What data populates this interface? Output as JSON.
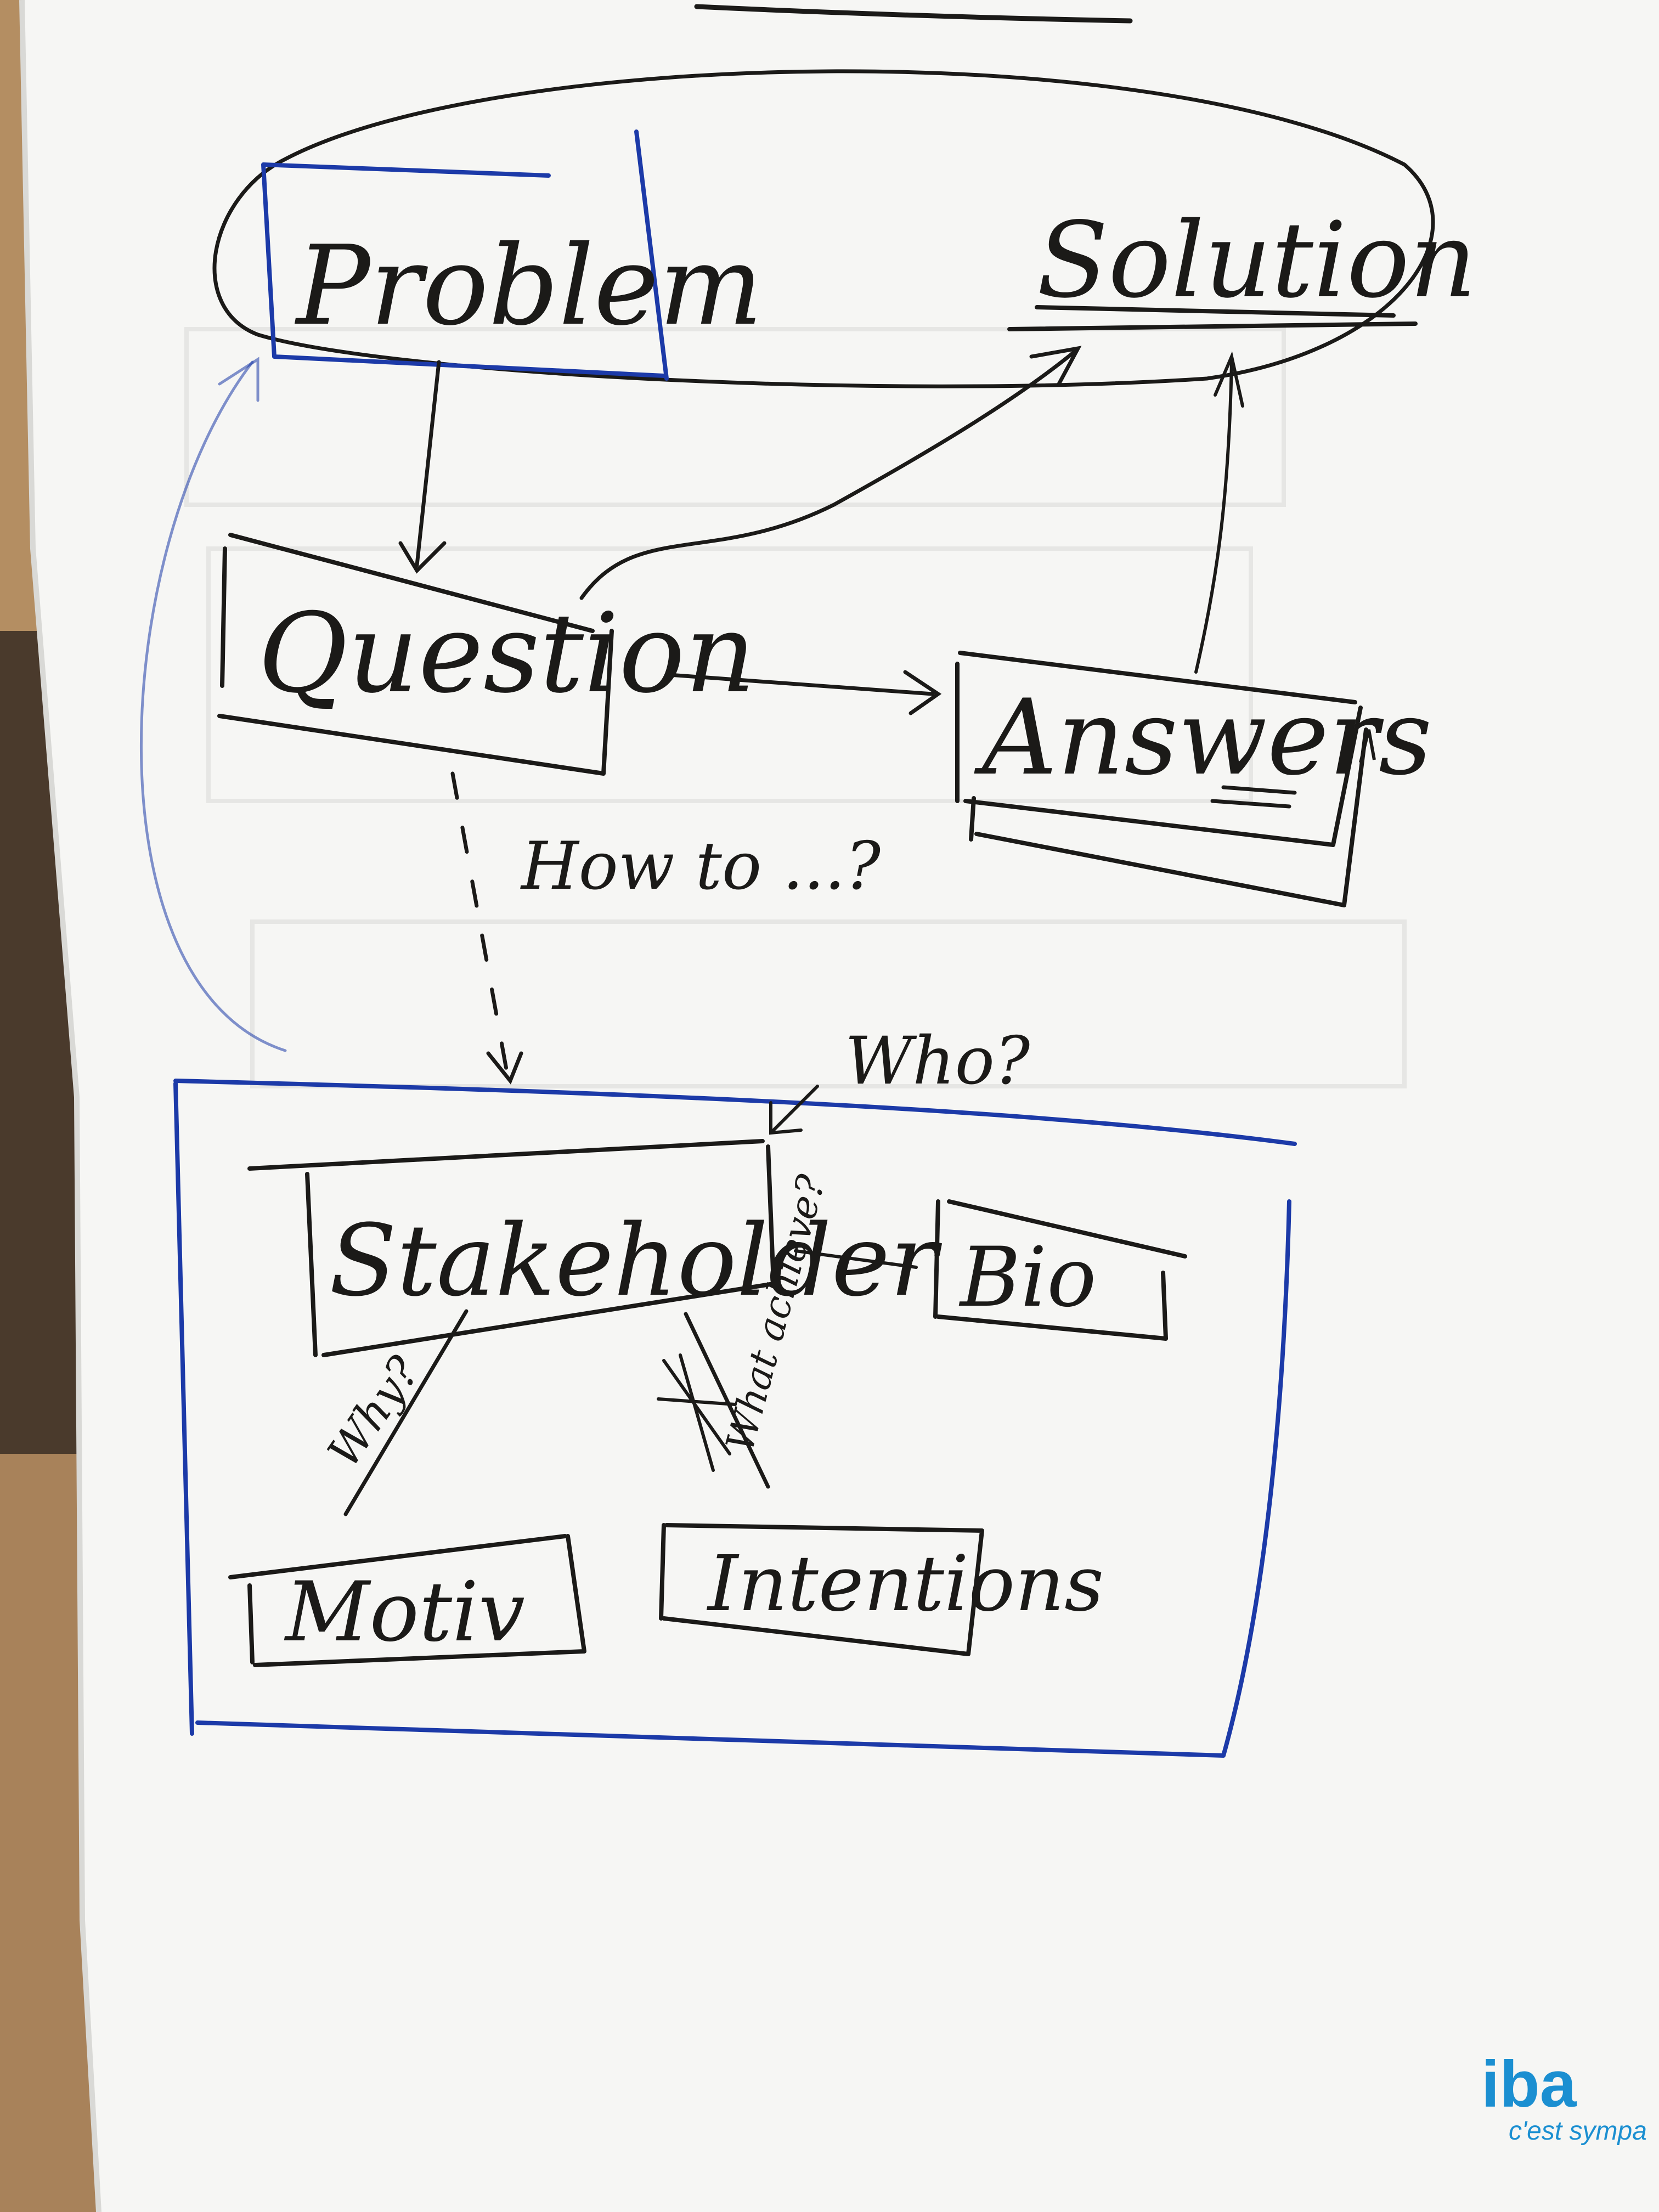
{
  "diagram": {
    "nodes": {
      "problem": "Problem",
      "solution": "Solution",
      "question": "Question",
      "answers": "Answers",
      "stakeholder": "Stakeholder",
      "bio": "Bio",
      "motiv": "Motiv",
      "intentions": "Intentions"
    },
    "edge_labels": {
      "how_to": "How to ...?",
      "who": "Who?",
      "why": "Why?",
      "what_achieve": "What achieve?"
    }
  },
  "logo": {
    "name": "iba",
    "tagline": "c'est sympa"
  },
  "colors": {
    "ink": "#1b1a18",
    "blue_marker": "#1c3aa8",
    "paper": "#f7f7f5",
    "brand": "#1b8fd1"
  }
}
